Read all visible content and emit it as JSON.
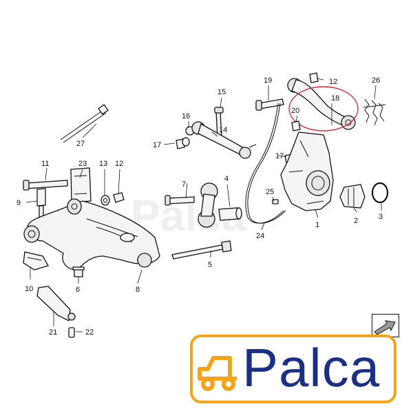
{
  "logo": {
    "text": "Palca",
    "color": "#1b2f86",
    "accent": "#f5a31a",
    "icon": "car-icon"
  },
  "watermark": {
    "text": "Palca"
  },
  "highlight": {
    "color": "#d9303a"
  },
  "nav_icon": "arrow-right-icon",
  "callouts": {
    "c1": "1",
    "c2": "2",
    "c3": "3",
    "c4": "4",
    "c5": "5",
    "c6": "6",
    "c7": "7",
    "c8": "8",
    "c9": "9",
    "c10": "10",
    "c11": "11",
    "c12a": "12",
    "c12b": "12",
    "c13": "13",
    "c14": "14",
    "c15": "15",
    "c16": "16",
    "c17a": "17",
    "c17b": "17",
    "c18": "18",
    "c19": "19",
    "c20": "20",
    "c21": "21",
    "c22": "22",
    "c23": "23",
    "c24": "24",
    "c25": "25",
    "c26": "26",
    "c27": "27"
  }
}
